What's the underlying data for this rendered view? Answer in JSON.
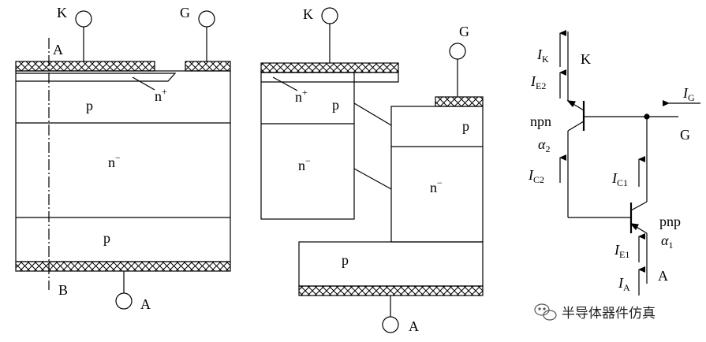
{
  "left": {
    "terminal_k": "K",
    "terminal_g": "G",
    "terminal_a": "A",
    "section_top": "A",
    "section_bottom": "B",
    "layer_p_top": "p",
    "layer_n_minus": "n",
    "layer_p_bottom": "p",
    "layer_n_plus": "n"
  },
  "middle": {
    "terminal_k": "K",
    "terminal_g": "G",
    "terminal_a": "A",
    "layer_n_plus": "n",
    "layer_p_left": "p",
    "layer_n_minus_left": "n",
    "layer_p_right": "p",
    "layer_n_minus_right": "n",
    "layer_p_bottom": "p"
  },
  "right": {
    "terminal_k": "K",
    "terminal_g": "G",
    "terminal_a": "A",
    "npn_label": "npn",
    "pnp_label": "pnp",
    "alpha2": "α",
    "alpha1": "α",
    "alpha2_sub": "2",
    "alpha1_sub": "1",
    "current_ik": "I",
    "current_ik_sub": "K",
    "current_ie2": "I",
    "current_ie2_sub": "E2",
    "current_ig": "I",
    "current_ig_sub": "G",
    "current_ic2": "I",
    "current_ic2_sub": "C2",
    "current_ic1": "I",
    "current_ic1_sub": "C1",
    "current_ie1": "I",
    "current_ie1_sub": "E1",
    "current_ia": "I",
    "current_ia_sub": "A"
  },
  "superscripts": {
    "plus": "+",
    "minus": "−"
  },
  "watermark": {
    "text": "半导体器件仿真",
    "icon": "wechat-icon"
  }
}
